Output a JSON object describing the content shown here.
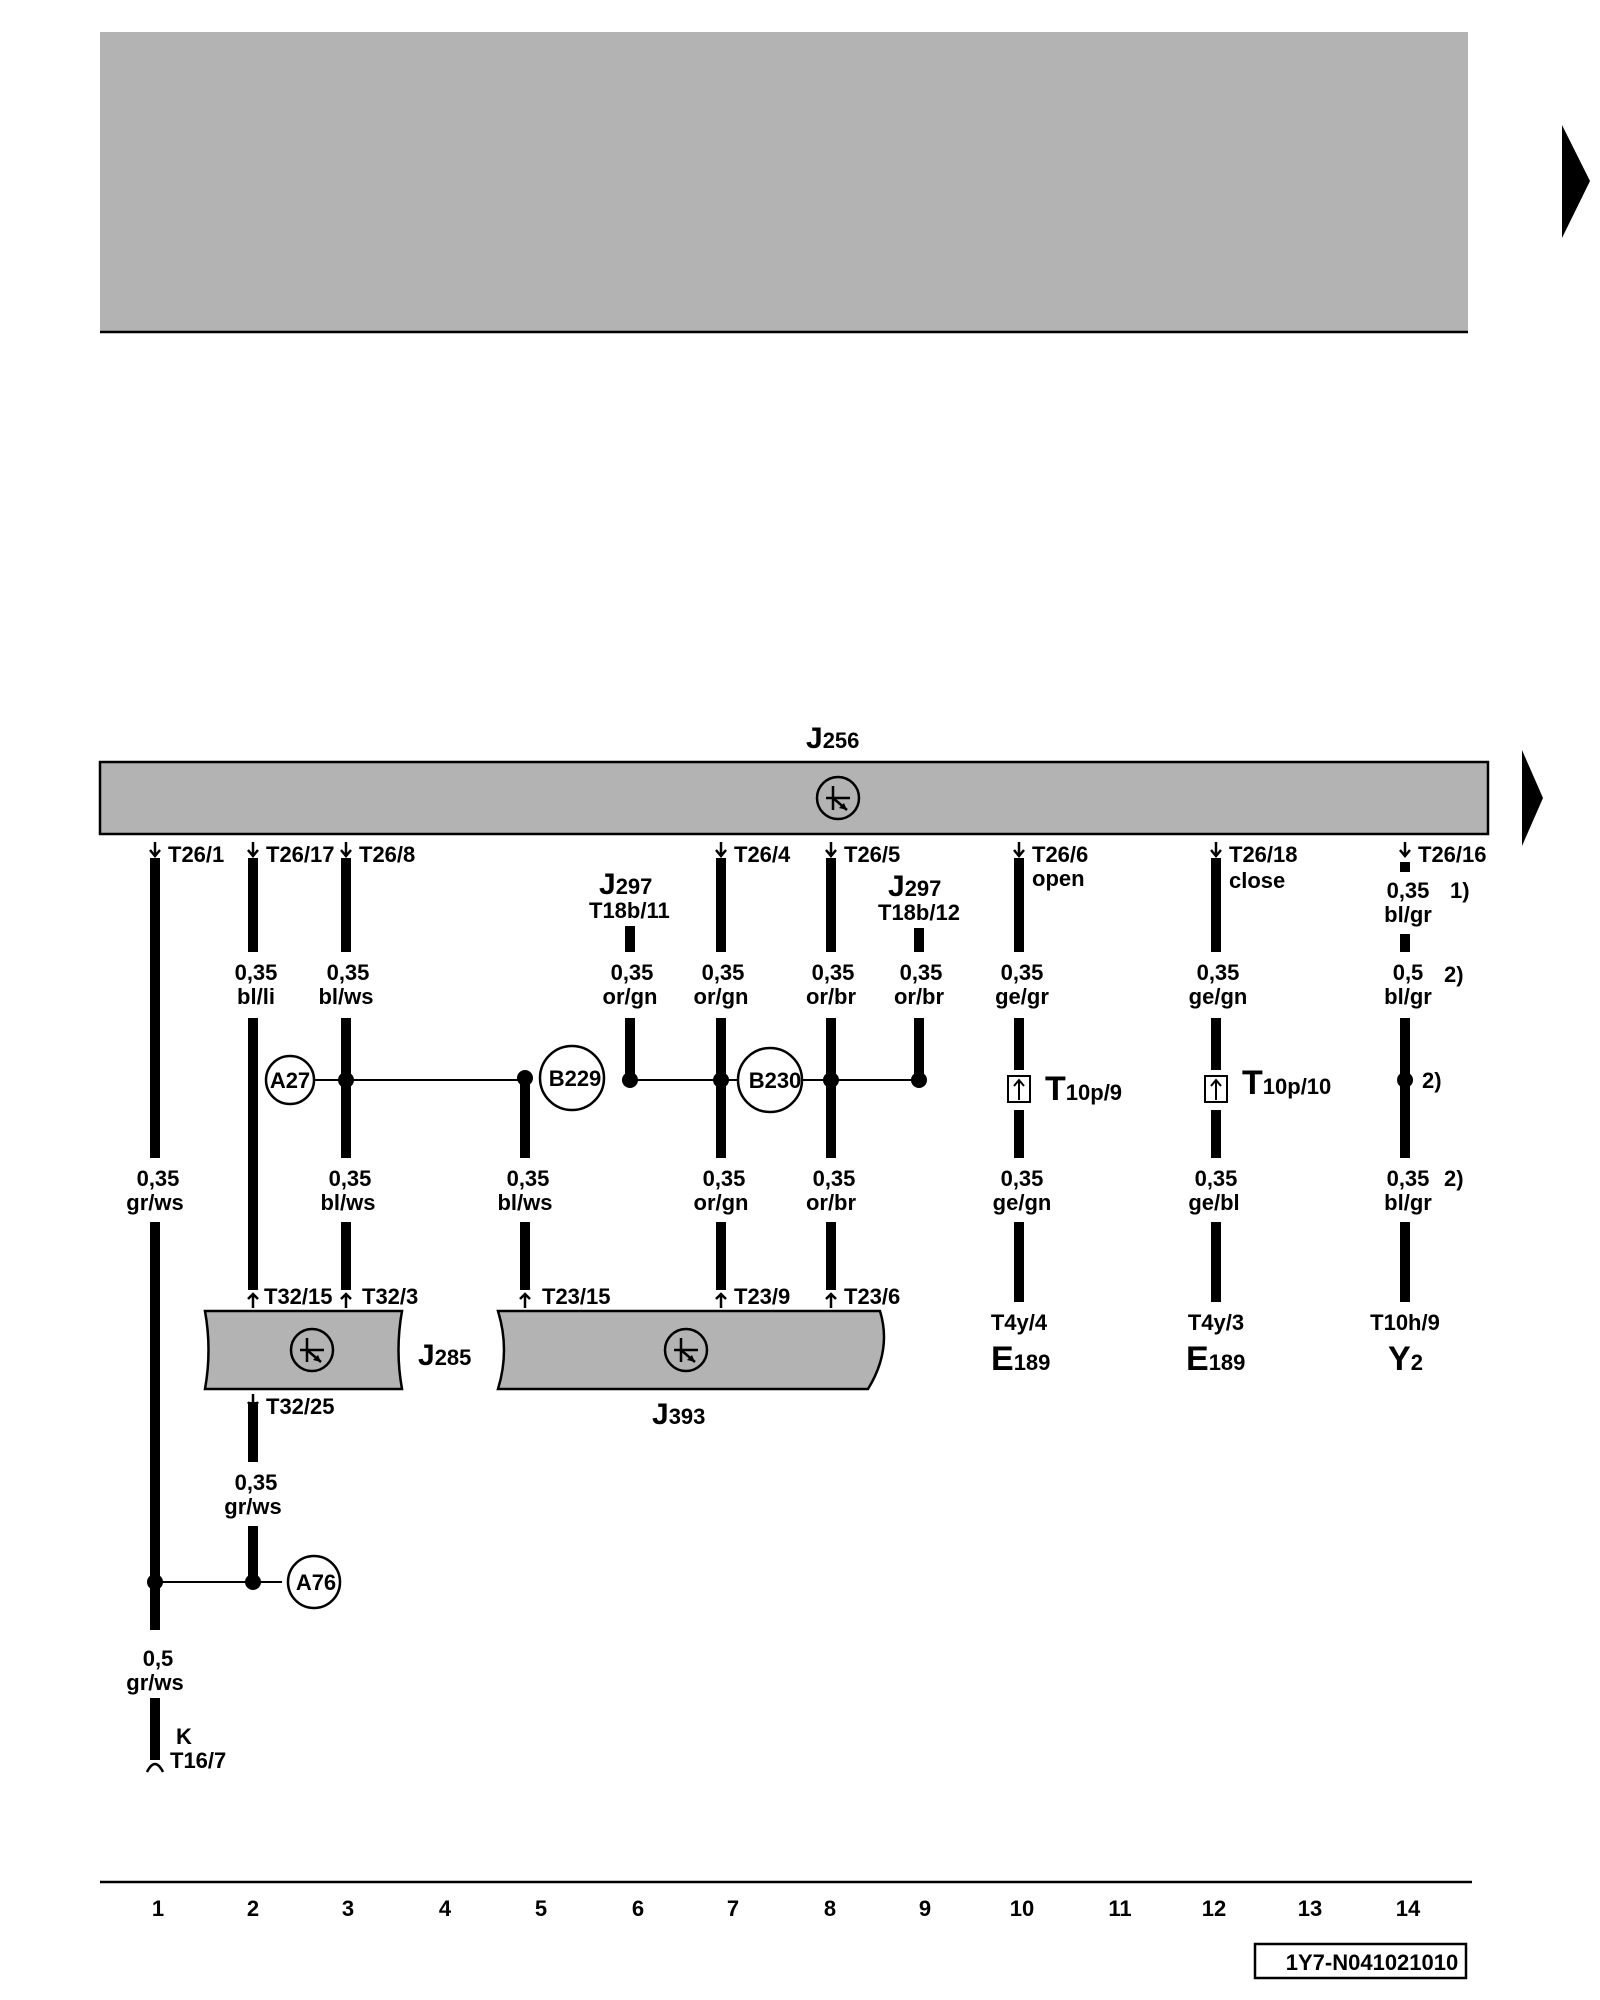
{
  "diagram": {
    "main_unit": {
      "letter": "J",
      "sub": "256"
    },
    "top_pins": [
      "T26/1",
      "T26/17",
      "T26/8",
      "T26/4",
      "T26/5",
      "T26/6",
      "T26/18",
      "T26/16"
    ],
    "top_pin_notes": {
      "open": "open",
      "close": "close"
    },
    "ref_j297_a": {
      "letter": "J",
      "sub": "297",
      "pin": "T18b/11"
    },
    "ref_j297_b": {
      "letter": "J",
      "sub": "297",
      "pin": "T18b/12"
    },
    "wires_upper": [
      {
        "size": "0,35",
        "color": "bl/li",
        "note": ""
      },
      {
        "size": "0,35",
        "color": "bl/ws",
        "note": ""
      },
      {
        "size": "0,35",
        "color": "or/gn",
        "note": ""
      },
      {
        "size": "0,35",
        "color": "or/gn",
        "note": ""
      },
      {
        "size": "0,35",
        "color": "or/br",
        "note": ""
      },
      {
        "size": "0,35",
        "color": "or/br",
        "note": ""
      },
      {
        "size": "0,35",
        "color": "ge/gr",
        "note": ""
      },
      {
        "size": "0,35",
        "color": "ge/gn",
        "note": ""
      },
      {
        "size": "0,35",
        "color": "bl/gr",
        "note": "1)"
      },
      {
        "size": "0,5",
        "color": "bl/gr",
        "note": "2)"
      }
    ],
    "wires_lower": [
      {
        "size": "0,35",
        "color": "gr/ws",
        "note": ""
      },
      {
        "size": "0,35",
        "color": "bl/ws",
        "note": ""
      },
      {
        "size": "0,35",
        "color": "bl/ws",
        "note": ""
      },
      {
        "size": "0,35",
        "color": "or/gn",
        "note": ""
      },
      {
        "size": "0,35",
        "color": "or/br",
        "note": ""
      },
      {
        "size": "0,35",
        "color": "ge/gn",
        "note": ""
      },
      {
        "size": "0,35",
        "color": "ge/bl",
        "note": ""
      },
      {
        "size": "0,35",
        "color": "bl/gr",
        "note": "2)"
      }
    ],
    "wire_a76": {
      "size": "0,35",
      "color": "gr/ws"
    },
    "wire_k": {
      "size": "0,5",
      "color": "gr/ws"
    },
    "splices": [
      "A27",
      "B229",
      "B230",
      "A76"
    ],
    "splice_note": "2)",
    "connectors": [
      {
        "letter": "T",
        "sub": "10p/9"
      },
      {
        "letter": "T",
        "sub": "10p/10"
      }
    ],
    "j285": {
      "letter": "J",
      "sub": "285",
      "pins": [
        "T32/15",
        "T32/3"
      ],
      "pin_out": "T32/25"
    },
    "j393": {
      "letter": "J",
      "sub": "393",
      "pins": [
        "T23/15",
        "T23/9",
        "T23/6"
      ]
    },
    "endpoints": [
      {
        "pin": "T4y/4",
        "letter": "E",
        "sub": "189"
      },
      {
        "pin": "T4y/3",
        "letter": "E",
        "sub": "189"
      },
      {
        "pin": "T10h/9",
        "letter": "Y",
        "sub": "2"
      }
    ],
    "k_connector": {
      "label": "K",
      "pin": "T16/7"
    }
  },
  "ruler": {
    "numbers": [
      "1",
      "2",
      "3",
      "4",
      "5",
      "6",
      "7",
      "8",
      "9",
      "10",
      "11",
      "12",
      "13",
      "14"
    ]
  },
  "footer": {
    "code": "1Y7-N041021010"
  },
  "colors": {
    "gray_panel": "#b3b3b3",
    "wire": "#000000"
  }
}
